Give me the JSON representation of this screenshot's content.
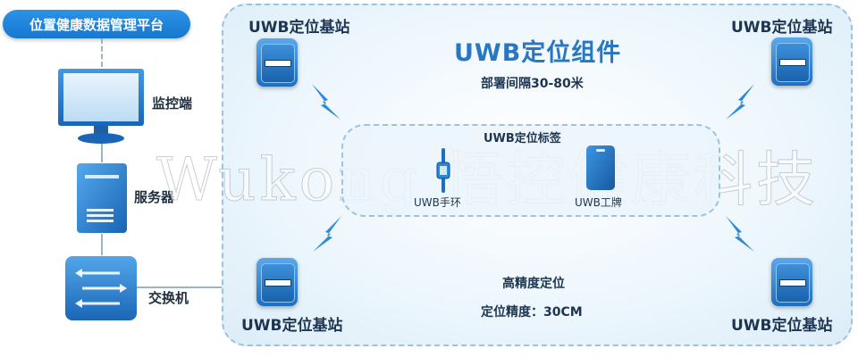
{
  "platform": {
    "title": "位置健康数据管理平台"
  },
  "left_devices": {
    "monitor_label": "监控端",
    "server_label": "服务器",
    "switch_label": "交换机"
  },
  "uwb_area": {
    "title": "UWB定位组件",
    "deployment": "部署间隔30-80米",
    "stations": [
      {
        "label": "UWB定位基站"
      },
      {
        "label": "UWB定位基站"
      },
      {
        "label": "UWB定位基站"
      },
      {
        "label": "UWB定位基站"
      }
    ],
    "tags": {
      "title": "UWB定位标签",
      "bracelet_label": "UWB手环",
      "badge_label": "UWB工牌"
    },
    "precision_title": "高精度定位",
    "precision_value": "定位精度：30CM"
  },
  "watermark": "Wukong 悟控健康科技",
  "colors": {
    "accent": "#1677cf",
    "title_blue": "#2777c2",
    "border": "#9cc3dc",
    "lightning": "#2f8ad8"
  },
  "icons": [
    "monitor-icon",
    "server-icon",
    "switch-icon",
    "base-station-icon",
    "lightning-icon",
    "bracelet-icon",
    "badge-icon"
  ]
}
